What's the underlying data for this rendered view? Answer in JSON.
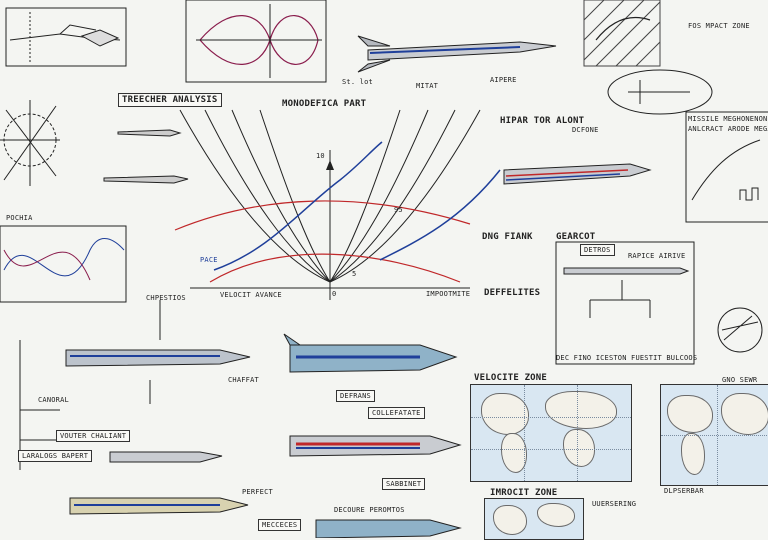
{
  "labels": {
    "treecher_analysis": "TREECHER ANALYSIS",
    "monodefica_part": "MONODEFICA PART",
    "velocite_zone": "VELOCITE ZONE",
    "imrocit_zone": "IMROCIT ZONE",
    "hipar_tor_alont": "HIPAR TOR ALONT",
    "missile_mechanics": "MISSILE MEGHONENON",
    "anlcract_arode": "ANLCRACT ARODE MEGA",
    "pocha": "POCHIA",
    "fos_mpact_zone": "FOS MPACT ZONE",
    "dng_fiank": "DNG FIANK",
    "gearcot": "GEARCOT",
    "perfect": "PERFECT",
    "chpestios": "CHPESTIOS",
    "velocit_avance": "VELOCIT AVANCE",
    "impootmite": "IMPOOTMITE",
    "deffelites": "DEFFELITES",
    "seleb": "St. lot",
    "mitat": "MITAT",
    "dec_fino": "DEC FINO ICESTON FUESTIT BULCOOS",
    "dlpserbar": "DLPSERBAR",
    "gno_sewr": "GNO SEWR",
    "uuersuing": "UUERSERING",
    "defrans": "DEFRANS",
    "collefatate": "COLLEFATATE",
    "sabbinet": "SABBINET",
    "decoure": "DECOURE PEROMTOS",
    "canoral": "CANORAL",
    "mecceces": "MECCECES",
    "chaffat": "CHAFFAT",
    "vouter": "VOUTER CHALIANT",
    "laralogs": "LARALOGS BAPERT",
    "dcfope": "DCFONE",
    "detros": "DETROS",
    "rapice_arive": "RAPICE AIRIVE",
    "apepore": "AIPERE"
  },
  "chart_labels": {
    "y_top": "10",
    "y_95": "95",
    "y_5": "5",
    "zero": "0",
    "pace": "PACE"
  },
  "colors": {
    "ink": "#222222",
    "blue": "#1f3f9a",
    "red": "#c0282a",
    "paper": "#f4f5f2",
    "water": "#d9e7f2"
  }
}
